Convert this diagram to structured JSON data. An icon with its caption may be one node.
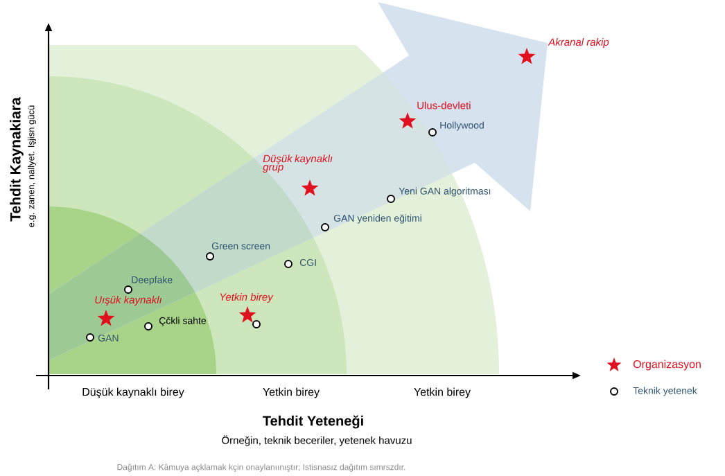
{
  "diagram": {
    "labels": [
      "Akranal rakip",
      "Ulus-devleti",
      "Hollywood",
      "Düşük kaynaklı grup",
      "Yeni GAN algoritması",
      "GAN yeniden eğitimi",
      "Green screen",
      "CGI",
      "Deepfake",
      "Uışük kaynaklı",
      "Yetkin birey",
      "Çčkli sahte",
      "GAN",
      "Tehdit Kaynakiara",
      "e.g. zanen, nallyet. Işjisn gücü",
      "Düşük kaynaklı birey",
      "Yetkin birey",
      "Yetkin birey",
      "Tehdit Yeteneği",
      "Örneğin, teknik beceriler, yetenek havuzu",
      "Dağıtım A: Kâmuya açklamak kçin onaylanıınıştır; Istisnasız dağıtım sımrszdır."
    ],
    "legend": [
      {
        "text": "Organizasyon"
      },
      {
        "text": "Teknik yetenek"
      }
    ]
  }
}
